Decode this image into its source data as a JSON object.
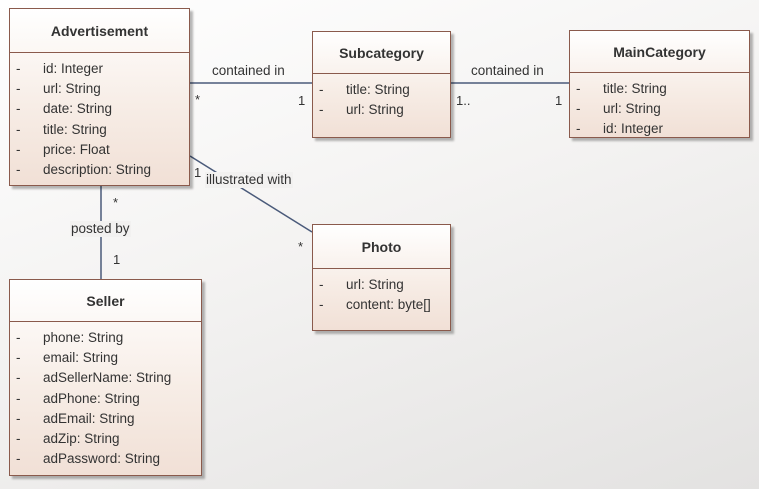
{
  "classes": {
    "advertisement": {
      "name": "Advertisement",
      "attributes": [
        {
          "vis": "-",
          "text": "id: Integer"
        },
        {
          "vis": "-",
          "text": "url: String"
        },
        {
          "vis": "-",
          "text": "date: String"
        },
        {
          "vis": "-",
          "text": "title: String"
        },
        {
          "vis": "-",
          "text": "price: Float"
        },
        {
          "vis": "-",
          "text": "description: String"
        }
      ]
    },
    "subcategory": {
      "name": "Subcategory",
      "attributes": [
        {
          "vis": "-",
          "text": "title: String"
        },
        {
          "vis": "-",
          "text": "url: String"
        }
      ]
    },
    "maincategory": {
      "name": "MainCategory",
      "attributes": [
        {
          "vis": "-",
          "text": "title: String"
        },
        {
          "vis": "-",
          "text": "url: String"
        },
        {
          "vis": "-",
          "text": "id: Integer"
        }
      ]
    },
    "photo": {
      "name": "Photo",
      "attributes": [
        {
          "vis": "-",
          "text": "url: String"
        },
        {
          "vis": "-",
          "text": "content: byte[]"
        }
      ]
    },
    "seller": {
      "name": "Seller",
      "attributes": [
        {
          "vis": "-",
          "text": "phone: String"
        },
        {
          "vis": "-",
          "text": "email: String"
        },
        {
          "vis": "-",
          "text": "adSellerName: String"
        },
        {
          "vis": "-",
          "text": "adPhone: String"
        },
        {
          "vis": "-",
          "text": "adEmail: String"
        },
        {
          "vis": "-",
          "text": "adZip: String"
        },
        {
          "vis": "-",
          "text": "adPassword: String"
        }
      ]
    }
  },
  "associations": {
    "ad_sub": {
      "label": "contained in",
      "source_mult": "*",
      "target_mult": "1"
    },
    "sub_main": {
      "label": "contained in",
      "source_mult": "1..",
      "target_mult": "1"
    },
    "ad_photo": {
      "label": "illustrated with",
      "source_mult": "1",
      "target_mult": "*"
    },
    "ad_seller": {
      "label": "posted by",
      "source_mult": "*",
      "target_mult": "1"
    }
  },
  "colors": {
    "border": "#8a5a4c",
    "edge": "#4a5a7a",
    "text": "#333333"
  }
}
